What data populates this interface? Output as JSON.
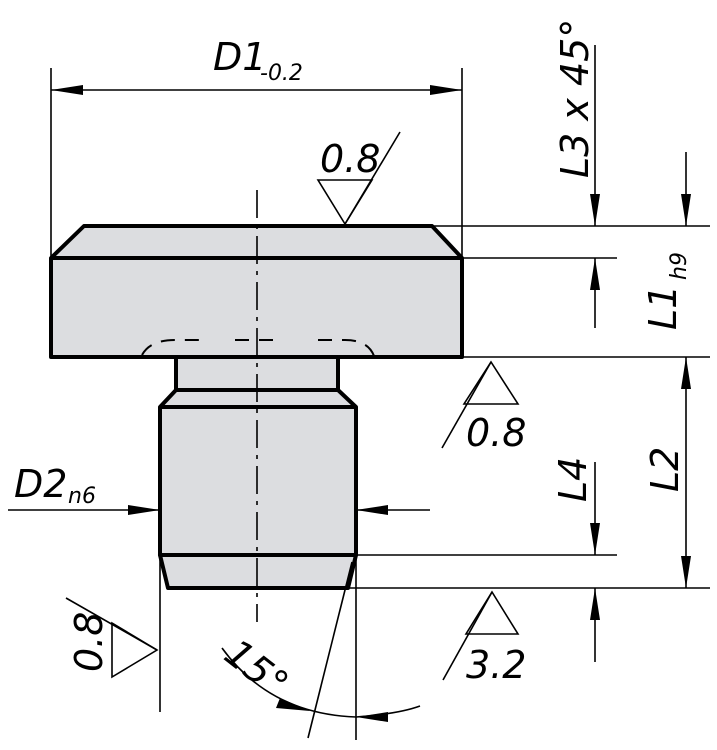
{
  "dimensions": {
    "d1": {
      "main": "D1",
      "sub": "-0.2"
    },
    "d2": {
      "main": "D2",
      "sub": "n6"
    },
    "l1": {
      "main": "L1",
      "sub": "h9"
    },
    "l2": {
      "main": "L2"
    },
    "l3": {
      "main": "L3 x 45°"
    },
    "l4": {
      "main": "L4"
    },
    "angle": {
      "main": "15°"
    }
  },
  "surface_finish": {
    "top": "0.8",
    "shoulder": "0.8",
    "left": "0.8",
    "bottom": "3.2"
  }
}
